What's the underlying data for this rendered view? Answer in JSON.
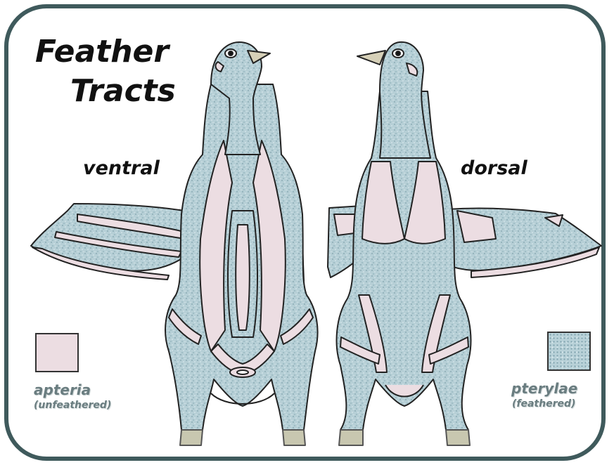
{
  "title": {
    "line1": "Feather",
    "line2": "Tracts"
  },
  "views": {
    "ventral": "ventral",
    "dorsal": "dorsal"
  },
  "legend": {
    "apteria": {
      "label": "apteria",
      "sub": "(unfeathered)",
      "color": "#ecdde2"
    },
    "pterylae": {
      "label": "pterylae",
      "sub": "(feathered)",
      "color": "#b8d1d8"
    }
  },
  "colors": {
    "frame": "#3f5a5c",
    "outline": "#222222",
    "foot": "#c8c7b0",
    "beak": "#d6d0b8"
  }
}
